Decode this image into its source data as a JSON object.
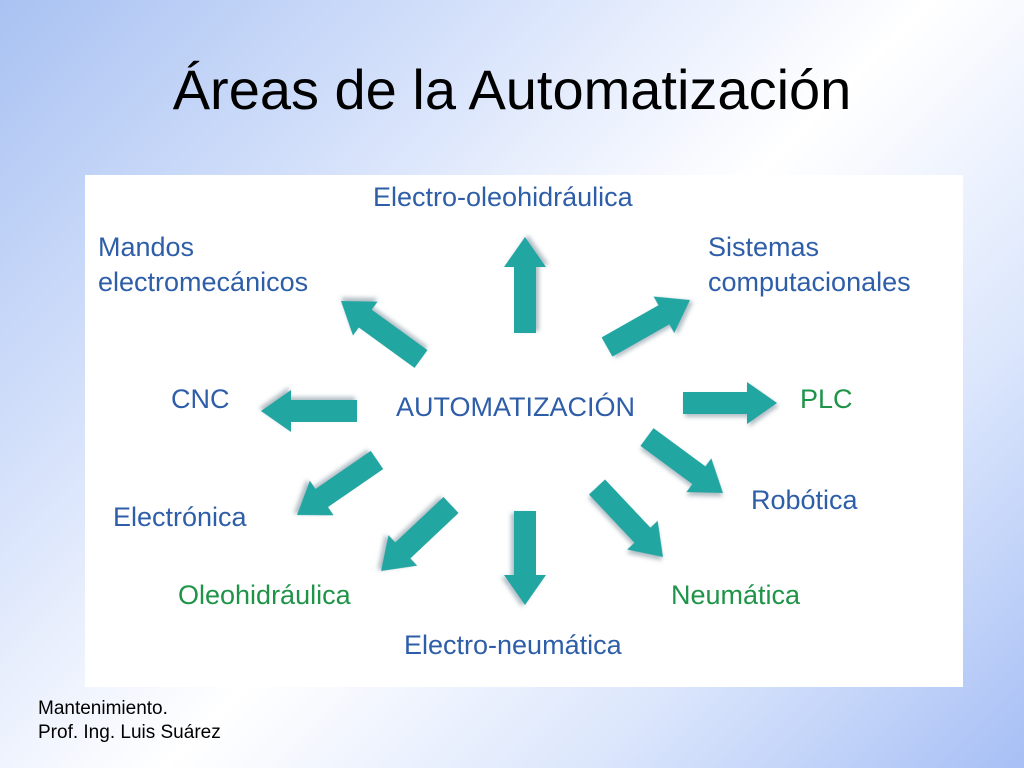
{
  "slide": {
    "title": "Áreas de la Automatización"
  },
  "diagram": {
    "center": "AUTOMATIZACIÓN",
    "nodes": [
      {
        "id": "electro-oleohidraulica",
        "lines": [
          "Electro-oleohidráulica"
        ]
      },
      {
        "id": "sistemas-computacionales",
        "lines": [
          "Sistemas",
          "computacionales"
        ]
      },
      {
        "id": "plc",
        "lines": [
          "PLC"
        ]
      },
      {
        "id": "robotica",
        "lines": [
          "Robótica"
        ]
      },
      {
        "id": "neumatica",
        "lines": [
          "Neumática"
        ]
      },
      {
        "id": "electro-neumatica",
        "lines": [
          "Electro-neumática"
        ]
      },
      {
        "id": "oleohidraulica",
        "lines": [
          "Oleohidráulica"
        ]
      },
      {
        "id": "electronica",
        "lines": [
          "Electrónica"
        ]
      },
      {
        "id": "cnc",
        "lines": [
          "CNC"
        ]
      },
      {
        "id": "mandos-electromecanicos",
        "lines": [
          "Mandos",
          "electromecánicos"
        ]
      }
    ],
    "colors": {
      "blue_text": "#2e5ea8",
      "green_text": "#1f9448",
      "arrow": "#22a6a2",
      "arrow_shadow": "#8fa9b5"
    }
  },
  "footer": {
    "line1": "Mantenimiento.",
    "line2": "Prof. Ing. Luis Suárez"
  }
}
